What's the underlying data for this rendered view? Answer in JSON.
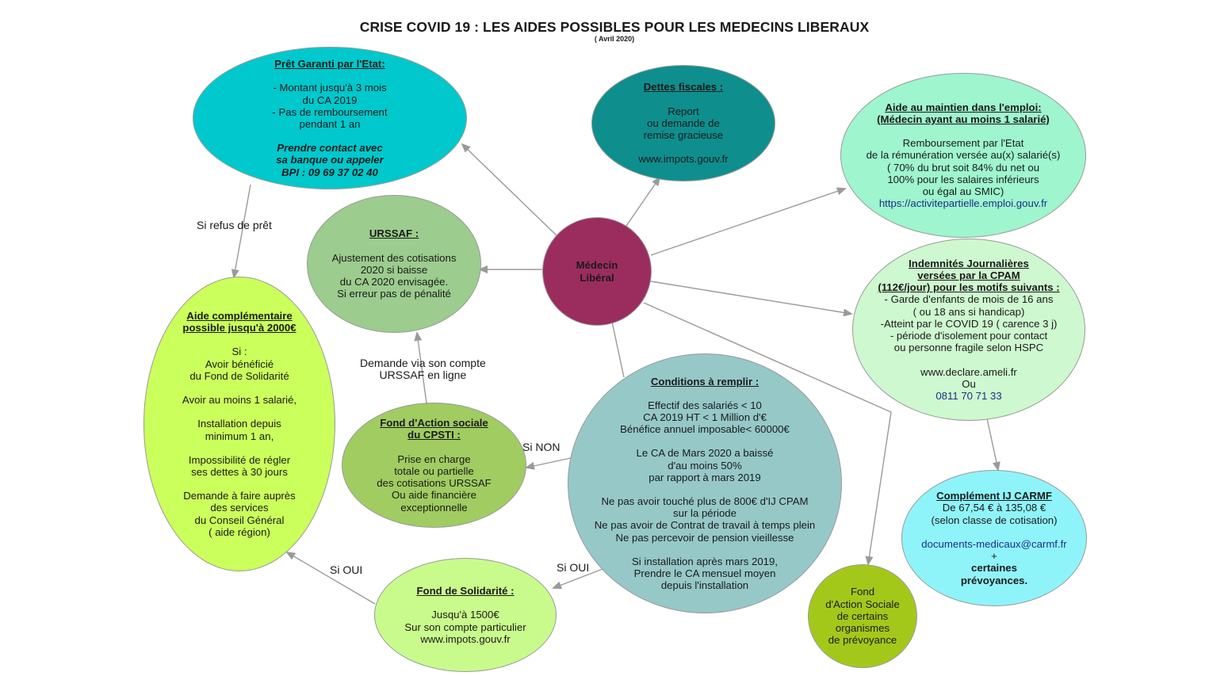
{
  "title": "CRISE COVID 19 : LES AIDES POSSIBLES POUR LES MEDECINS LIBERAUX",
  "subtitle": "( Avril 2020)",
  "colors": {
    "center": "#9b2d5e",
    "pret": "#00c8cc",
    "dettes": "#0f8e8e",
    "urssaf": "#9ccc8e",
    "aide_maintien": "#9ef5ce",
    "ij": "#cef8cf",
    "aide_comp": "#caff5c",
    "cpsti": "#a0cc62",
    "conditions": "#96c8c8",
    "carmf": "#8ff4fa",
    "fond_solidarite": "#c8fb8c",
    "fond_prev": "#a4c81a"
  },
  "nodes": {
    "center": {
      "l1": "Médecin",
      "l2": "Libéral"
    },
    "pret": {
      "title": "Prêt Garanti par l'Etat:",
      "l1": "- Montant jusqu'à 3 mois",
      "l2": "du CA 2019",
      "l3": "- Pas de remboursement",
      "l4": "pendant 1 an",
      "b1": "Prendre contact avec",
      "b2": "sa banque ou appeler",
      "b3": "BPI : 09 69 37 02 40"
    },
    "dettes": {
      "title": "Dettes fiscales :",
      "l1": "Report",
      "l2": "ou demande de",
      "l3": "remise gracieuse",
      "l4": "www.impots.gouv.fr"
    },
    "aide_maintien": {
      "title1": "Aide au maintien dans l'emploi:",
      "title2": "(Médecin ayant au moins 1 salarié)",
      "l1": "Remboursement par l'Etat",
      "l2": "de la rémunération versée au(x) salarié(s)",
      "l3": "( 70% du brut soit 84% du net ou",
      "l4": "100% pour les salaires inférieurs",
      "l5": "ou égal au SMIC)",
      "link": "https://activitepartielle.emploi.gouv.fr"
    },
    "urssaf": {
      "title": "URSSAF :",
      "l1": "Ajustement des cotisations",
      "l2": "2020 si baisse",
      "l3": "du CA 2020 envisagée.",
      "l4": "Si erreur pas de pénalité"
    },
    "ij": {
      "title1": "Indemnités Journalières",
      "title2": "versées par la CPAM",
      "title3": "(112€/jour) pour les motifs suivants :",
      "l1": "- Garde d'enfants de mois de 16 ans",
      "l2": "( ou 18 ans si handicap)",
      "l3": "-Atteint par le COVID 19 ( carence 3 j)",
      "l4": "- période d'isolement pour contact",
      "l5": "ou personne fragile selon HSPC",
      "l6": "www.declare.ameli.fr",
      "l7": "Ou",
      "phone": "0811 70 71 33"
    },
    "aide_comp": {
      "title1": "Aide complémentaire",
      "title2": "possible jusqu'à 2000€",
      "l1": "Si :",
      "l2": "Avoir bénéficié",
      "l3": "du Fond de Solidarité",
      "l4": "Avoir au moins 1 salarié,",
      "l5": "Installation depuis",
      "l6": "minimum 1 an,",
      "l7": "Impossibilité de régler",
      "l8": "ses dettes à 30 jours",
      "l9": "Demande à faire auprès",
      "l10": "des services",
      "l11": "du Conseil Général",
      "l12": "( aide région)"
    },
    "cpsti": {
      "title1": "Fond d'Action sociale",
      "title2": "du CPSTI :",
      "l1": "Prise en charge",
      "l2": "totale ou partielle",
      "l3": "des cotisations URSSAF",
      "l4": "Ou aide financière",
      "l5": "exceptionnelle"
    },
    "conditions": {
      "title": "Conditions à remplir :",
      "l1": "Effectif  des salariés < 10",
      "l2": "CA 2019 HT < 1 Million d'€",
      "l3": "Bénéfice annuel imposable< 60000€",
      "l4": "Le CA de Mars 2020 a baissé",
      "l5": "d'au moins 50%",
      "l6": "par rapport à mars 2019",
      "l7": "Ne pas avoir touché plus de 800€ d'IJ CPAM",
      "l8": "sur la période",
      "l9": "Ne pas avoir de Contrat de travail à temps plein",
      "l10": "Ne pas percevoir de pension vieillesse",
      "l11": "Si installation après mars 2019,",
      "l12": "Prendre le CA mensuel moyen",
      "l13": "depuis l'installation"
    },
    "carmf": {
      "title": "Complément IJ CARMF",
      "l1": "De 67,54 € à 135,08 €",
      "l2": "(selon classe de cotisation)",
      "link": "documents-medicaux@carmf.fr",
      "plus": "+",
      "b1": "certaines",
      "b2": "prévoyances."
    },
    "fond_solidarite": {
      "title": "Fond de Solidarité :",
      "l1": "Jusqu'à 1500€",
      "l2": "Sur son compte particulier",
      "l3": "www.impots.gouv.fr"
    },
    "fond_prev": {
      "l1": "Fond",
      "l2": "d'Action Sociale",
      "l3": "de certains",
      "l4": "organismes",
      "l5": "de prévoyance"
    }
  },
  "edge_labels": {
    "refus": "Si refus de prêt",
    "demande1": "Demande via son compte",
    "demande2": "URSSAF en ligne",
    "si_non": "Si NON",
    "si_oui_1": "Si OUI",
    "si_oui_2": "Si OUI"
  }
}
